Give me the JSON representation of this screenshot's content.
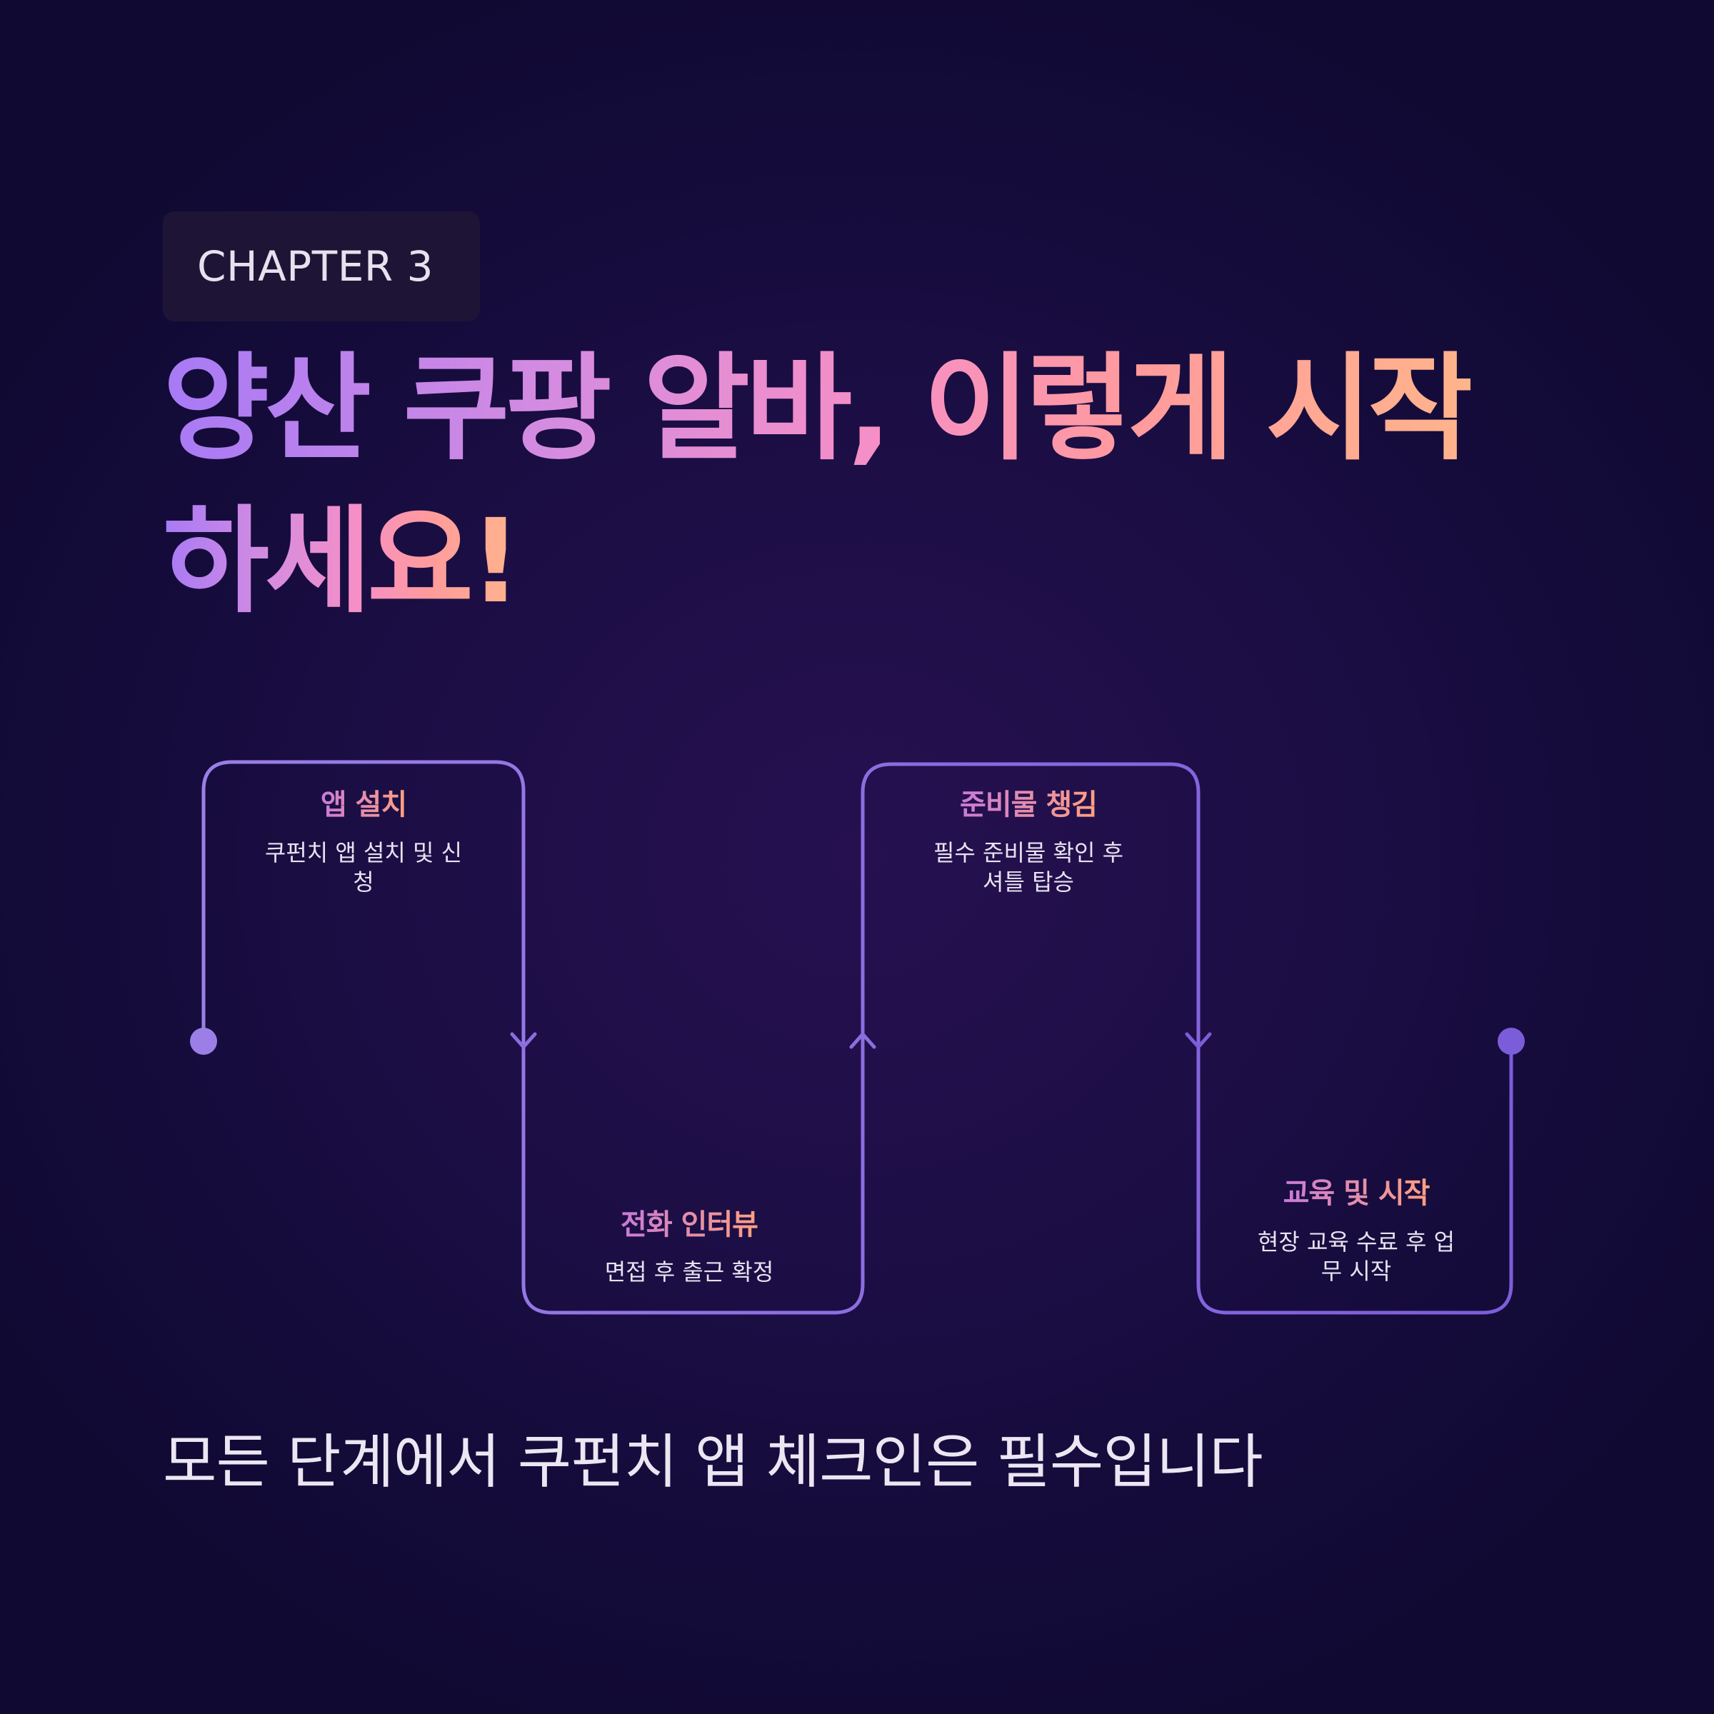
{
  "badge": {
    "label": "CHAPTER 3"
  },
  "headline": {
    "line1": "양산 쿠팡 알바, 이렇게 시작",
    "line2": "하세요!"
  },
  "steps": [
    {
      "title": "앱 설치",
      "desc_line1": "쿠펀치 앱 설치 및 신",
      "desc_line2": "청"
    },
    {
      "title": "전화 인터뷰",
      "desc_line1": "면접 후 출근 확정",
      "desc_line2": ""
    },
    {
      "title": "준비물 챙김",
      "desc_line1": "필수 준비물 확인 후",
      "desc_line2": "셔틀 탑승"
    },
    {
      "title": "교육 및 시작",
      "desc_line1": "현장 교육 수료 후 업",
      "desc_line2": "무 시작"
    }
  ],
  "footer": {
    "text": "모든 단계에서 쿠펀치 앱 체크인은 필수입니다"
  },
  "colors": {
    "line": "#8a6ee0",
    "title_gradient_start": "#c87ad8",
    "title_gradient_end": "#ffa07f",
    "headline_gradient": [
      "#a77af5",
      "#f68fc6",
      "#ffb48b"
    ]
  }
}
